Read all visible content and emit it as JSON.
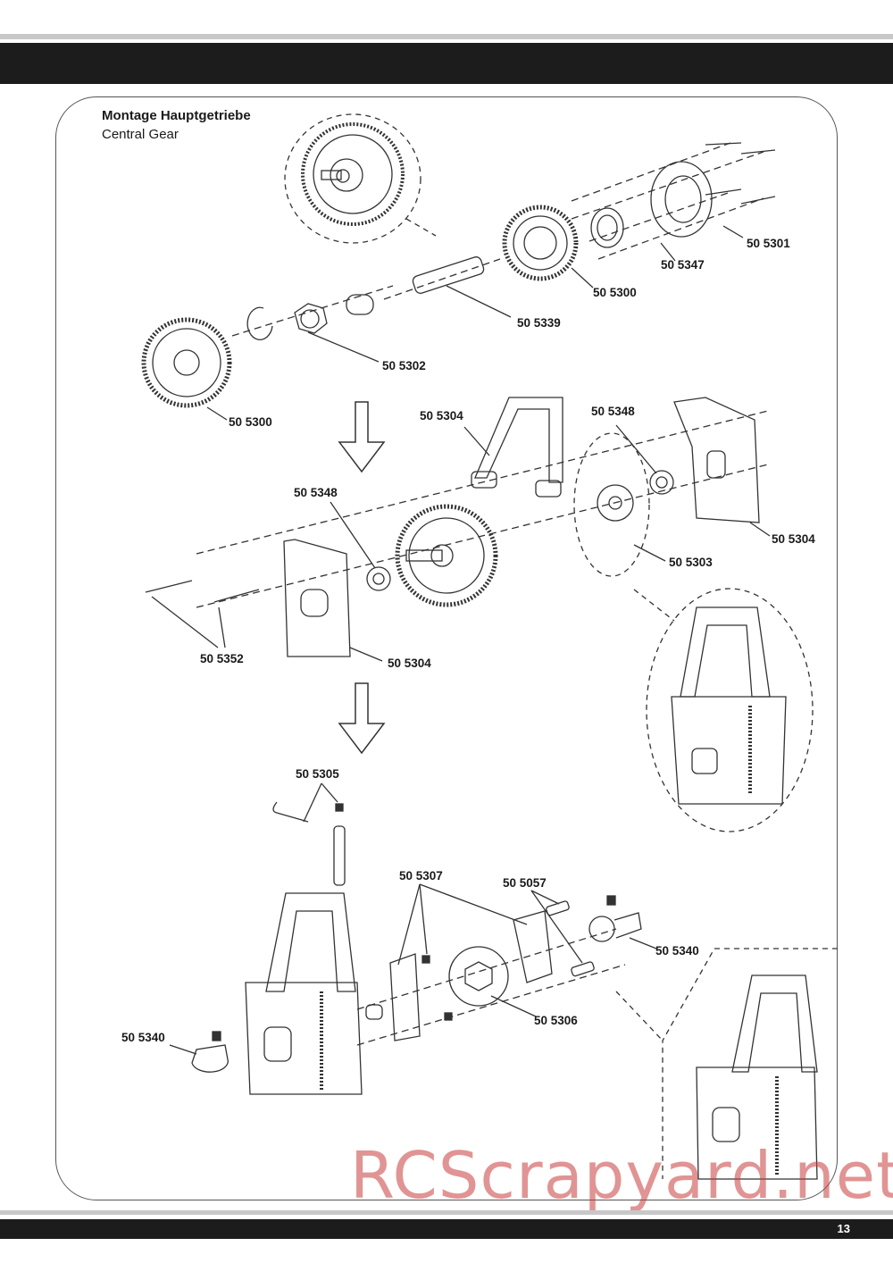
{
  "header": {
    "title": "Montage Hauptgetriebe",
    "subtitle": "Central Gear"
  },
  "labels": {
    "l5301": "50 5301",
    "l5347": "50 5347",
    "l5300a": "50 5300",
    "l5339": "50 5339",
    "l5302": "50 5302",
    "l5300b": "50 5300",
    "l5304a": "50 5304",
    "l5348a": "50 5348",
    "l5348b": "50 5348",
    "l5304b": "50 5304",
    "l5303": "50 5303",
    "l5352": "50 5352",
    "l5304c": "50 5304",
    "l5305": "50 5305",
    "l5307": "50 5307",
    "l5057": "50 5057",
    "l5340a": "50 5340",
    "l5306": "50 5306",
    "l5340b": "50 5340"
  },
  "footer": {
    "page_number": "13"
  },
  "watermark": "RCScrapyard.net"
}
